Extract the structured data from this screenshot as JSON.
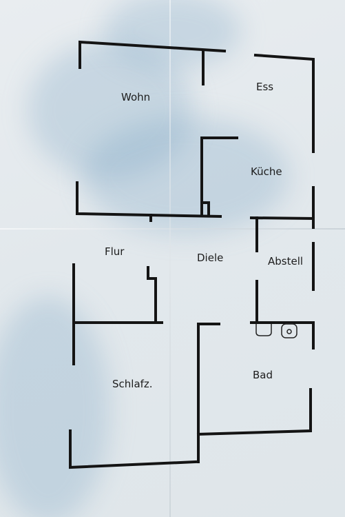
{
  "floor_plan": {
    "rooms": [
      {
        "id": "wohn",
        "label": "Wohn"
      },
      {
        "id": "ess",
        "label": "Ess"
      },
      {
        "id": "kueche",
        "label": "Küche"
      },
      {
        "id": "flur",
        "label": "Flur"
      },
      {
        "id": "diele",
        "label": "Diele"
      },
      {
        "id": "abstell",
        "label": "Abstell"
      },
      {
        "id": "schlafz",
        "label": "Schlafz."
      },
      {
        "id": "bad",
        "label": "Bad"
      }
    ]
  },
  "colors": {
    "paper": "#e4eaee",
    "ink": "#141414",
    "shadow": "#7aa0c3"
  }
}
